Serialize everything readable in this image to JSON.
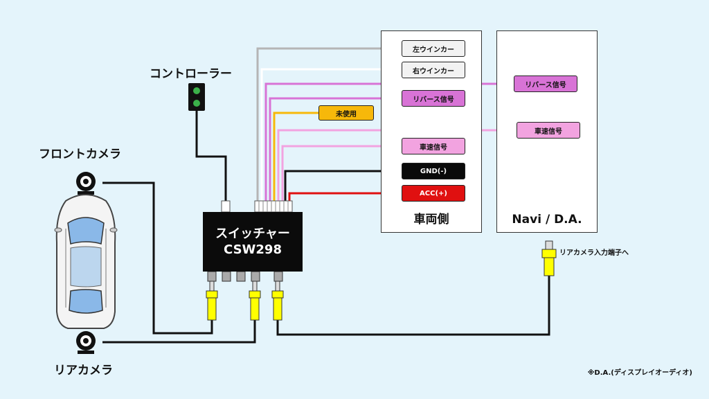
{
  "labels": {
    "controller": "コントローラー",
    "front_camera": "フロントカメラ",
    "rear_camera": "リアカメラ",
    "switcher_line1": "スイッチャー",
    "switcher_line2": "CSW298",
    "vehicle_side": "車両側",
    "navi_da": "Navi / D.A.",
    "rear_camera_input": "リアカメラ入力端子へ",
    "footnote": "※D.A.(ディスプレイオーディオ)"
  },
  "vehicle_signals": [
    {
      "id": "left-turn",
      "text": "左ウインカー",
      "color": "#f2f2f2"
    },
    {
      "id": "right-turn",
      "text": "右ウインカー",
      "color": "#f2f2f2"
    },
    {
      "id": "reverse",
      "text": "リバース信号",
      "color": "#d873d6"
    },
    {
      "id": "speed",
      "text": "車速信号",
      "color": "#f2a3e0"
    },
    {
      "id": "gnd",
      "text": "GND(-)",
      "color": "#0a0a0a"
    },
    {
      "id": "acc",
      "text": "ACC(+)",
      "color": "#e01010"
    }
  ],
  "unused": {
    "text": "未使用",
    "color": "#f7b80a"
  },
  "navi_signals": [
    {
      "id": "reverse",
      "text": "リバース信号",
      "color": "#d873d6"
    },
    {
      "id": "speed",
      "text": "車速信号",
      "color": "#f2a3e0"
    }
  ],
  "wire_colors": {
    "gray": "#b5b5b5",
    "white": "#ffffff",
    "reverse": "#d873d6",
    "unused": "#f7b80a",
    "speed": "#f2a3e0",
    "gnd": "#111111",
    "acc": "#e01010",
    "video": "#111111"
  },
  "icons": {
    "camera": "camera-icon",
    "car": "car-top-view",
    "plug": "rca-plug-icon",
    "controller": "controller-icon"
  }
}
